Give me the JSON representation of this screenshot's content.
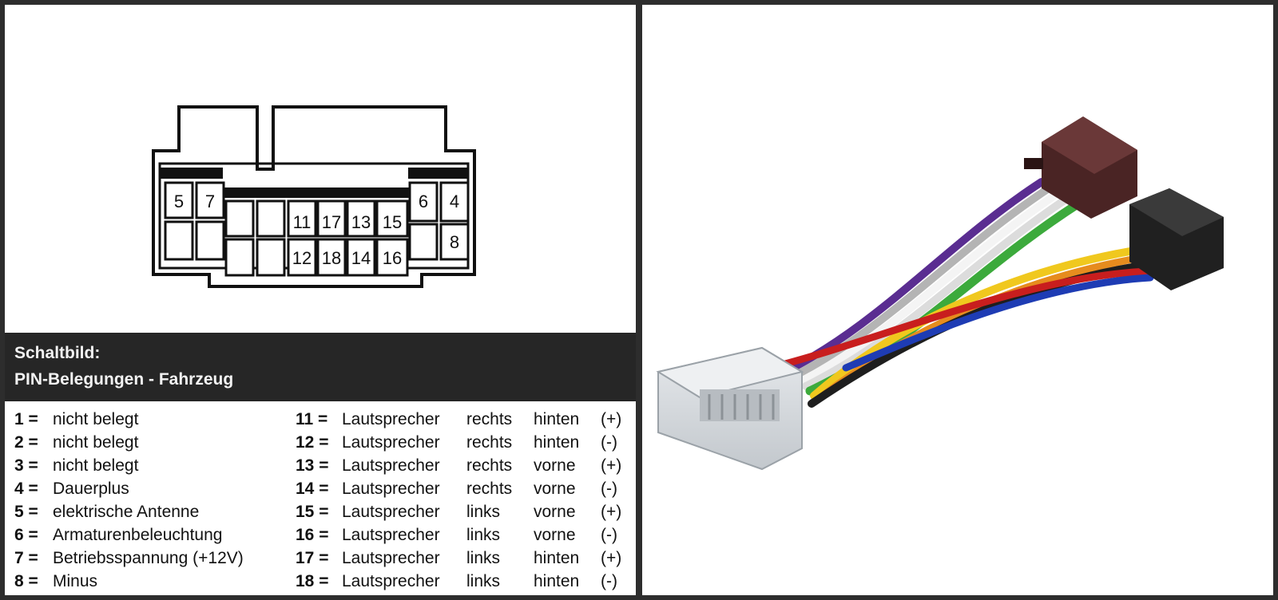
{
  "header": {
    "line1": "Schaltbild:",
    "line2": "PIN-Belegungen - Fahrzeug"
  },
  "connector": {
    "pins": [
      {
        "id": "5",
        "label": "5"
      },
      {
        "id": "7",
        "label": "7"
      },
      {
        "id": "11",
        "label": "11"
      },
      {
        "id": "17",
        "label": "17"
      },
      {
        "id": "13",
        "label": "13"
      },
      {
        "id": "15",
        "label": "15"
      },
      {
        "id": "6",
        "label": "6"
      },
      {
        "id": "4",
        "label": "4"
      },
      {
        "id": "12",
        "label": "12"
      },
      {
        "id": "18",
        "label": "18"
      },
      {
        "id": "14",
        "label": "14"
      },
      {
        "id": "16",
        "label": "16"
      },
      {
        "id": "8",
        "label": "8"
      }
    ]
  },
  "legend_left": [
    {
      "num": "1 =",
      "text": "nicht belegt"
    },
    {
      "num": "2 =",
      "text": "nicht belegt"
    },
    {
      "num": "3 =",
      "text": "nicht belegt"
    },
    {
      "num": "4 =",
      "text": "Dauerplus"
    },
    {
      "num": "5 =",
      "text": "elektrische Antenne"
    },
    {
      "num": "6 =",
      "text": "Armaturenbeleuchtung"
    },
    {
      "num": "7 =",
      "text": "Betriebsspannung (+12V)"
    },
    {
      "num": "8 =",
      "text": "Minus"
    }
  ],
  "legend_right": [
    {
      "num": "11 =",
      "device": "Lautsprecher",
      "side": "rechts",
      "pos": "hinten",
      "pol": "(+)"
    },
    {
      "num": "12 =",
      "device": "Lautsprecher",
      "side": "rechts",
      "pos": "hinten",
      "pol": "(-)"
    },
    {
      "num": "13 =",
      "device": "Lautsprecher",
      "side": "rechts",
      "pos": "vorne",
      "pol": "(+)"
    },
    {
      "num": "14 =",
      "device": "Lautsprecher",
      "side": "rechts",
      "pos": "vorne",
      "pol": "(-)"
    },
    {
      "num": "15 =",
      "device": "Lautsprecher",
      "side": "links",
      "pos": "vorne",
      "pol": "(+)"
    },
    {
      "num": "16 =",
      "device": "Lautsprecher",
      "side": "links",
      "pos": "vorne",
      "pol": "(-)"
    },
    {
      "num": "17 =",
      "device": "Lautsprecher",
      "side": "links",
      "pos": "hinten",
      "pol": "(+)"
    },
    {
      "num": "18 =",
      "device": "Lautsprecher",
      "side": "links",
      "pos": "hinten",
      "pol": "(-)"
    }
  ],
  "colors": {
    "panel_border": "#2d2d2d",
    "header_band": "#262626",
    "header_text": "#f2f2f2",
    "wire_purple": "#5a2d91",
    "wire_grey": "#b4b4b4",
    "wire_white": "#f4f4f4",
    "wire_green": "#3caa3c",
    "wire_yellow": "#f0c81e",
    "wire_black": "#1e1e1e",
    "wire_orange": "#e68c1e",
    "wire_blue": "#1e3cb4",
    "wire_red": "#c81e1e",
    "iso_connector_brown": "#4a2424",
    "iso_connector_black": "#202020",
    "vehicle_connector": "#d4d8dc"
  }
}
